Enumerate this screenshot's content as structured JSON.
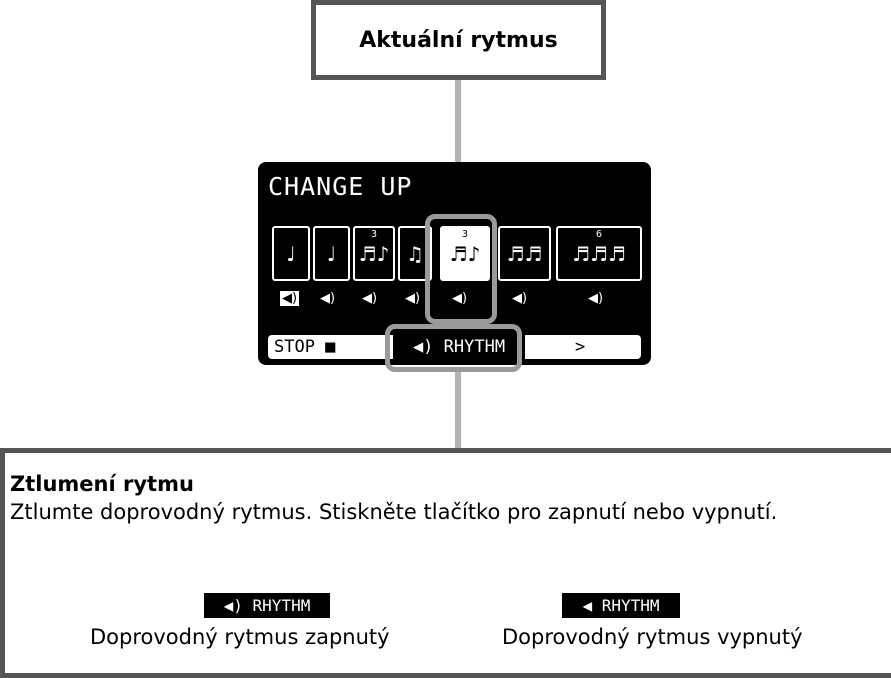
{
  "callout_top": {
    "label": "Aktuální rytmus"
  },
  "lcd": {
    "title": "CHANGE UP",
    "rhythms": [
      {
        "glyph": "♩",
        "tuplet": "",
        "selected": false,
        "speaker": "◀)",
        "speaker_highlighted": true
      },
      {
        "glyph": "♩",
        "tuplet": "",
        "selected": false,
        "speaker": "◀)",
        "speaker_highlighted": false
      },
      {
        "glyph": "♬♪",
        "tuplet": "3",
        "selected": false,
        "speaker": "◀)",
        "speaker_highlighted": false
      },
      {
        "glyph": "♫",
        "tuplet": "",
        "selected": false,
        "speaker": "◀)",
        "speaker_highlighted": false
      },
      {
        "glyph": "♬♪",
        "tuplet": "3",
        "selected": true,
        "speaker": "◀)",
        "speaker_highlighted": false
      },
      {
        "glyph": "♬♬",
        "tuplet": "",
        "selected": false,
        "speaker": "◀)",
        "speaker_highlighted": false
      },
      {
        "glyph": "♬♬♬",
        "tuplet": "6",
        "selected": false,
        "speaker": "◀)",
        "speaker_highlighted": false
      }
    ],
    "softkeys": {
      "stop": "STOP ■",
      "rhythm": "◀) RHYTHM",
      "next": ">"
    }
  },
  "description": {
    "title": "Ztlumení rytmu",
    "text": "Ztlumte doprovodný rytmus. Stiskněte tlačítko pro zapnutí nebo vypnutí.",
    "states": [
      {
        "chip": "◀) RHYTHM",
        "caption": "Doprovodný rytmus zapnutý"
      },
      {
        "chip": "◀  RHYTHM",
        "caption": "Doprovodný rytmus vypnutý"
      }
    ]
  },
  "colors": {
    "callout_border": "#555555",
    "connector": "#b3b3b3",
    "highlight_frame": "#9a9a9a",
    "lcd_bg": "#000000"
  }
}
